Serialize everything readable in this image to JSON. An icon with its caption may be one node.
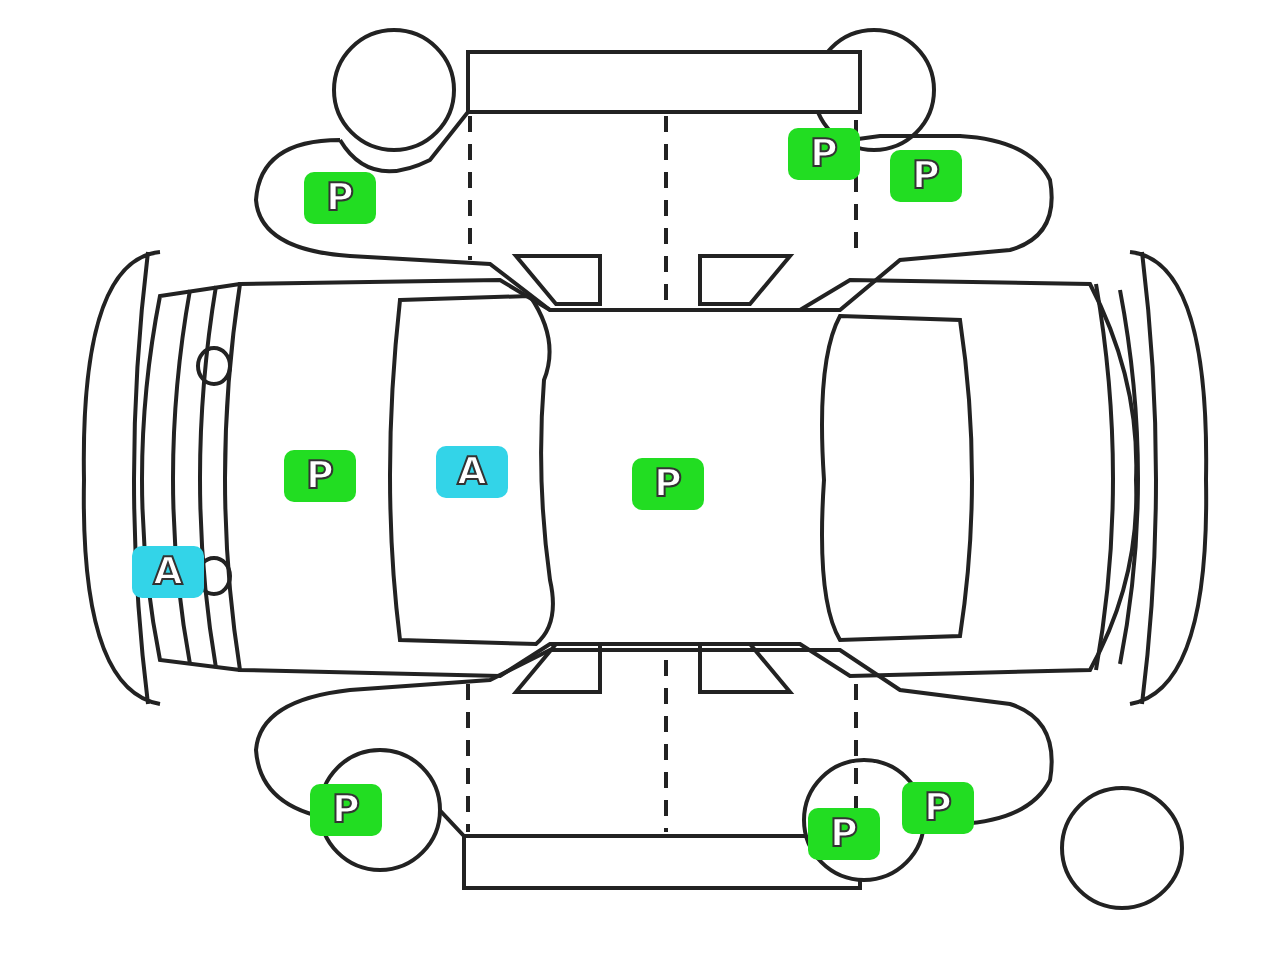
{
  "diagram": {
    "labels": [
      "P",
      "P",
      "P",
      "P",
      "A",
      "P",
      "A",
      "P",
      "P",
      "P"
    ]
  }
}
